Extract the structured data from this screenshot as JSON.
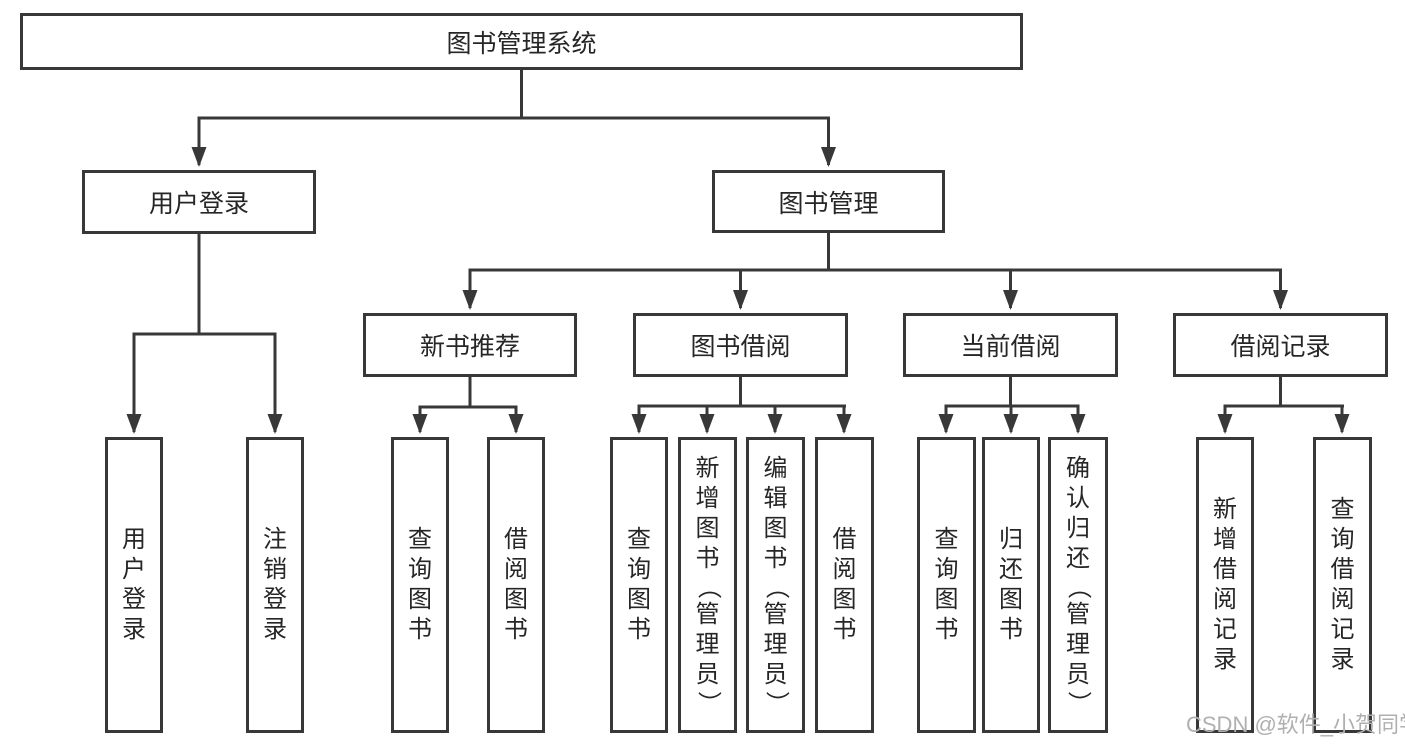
{
  "diagram_type": "hierarchy-tree",
  "tree": {
    "label": "图书管理系统",
    "children": [
      {
        "label": "用户登录",
        "children": [
          {
            "label": "用户登录"
          },
          {
            "label": "注销登录"
          }
        ]
      },
      {
        "label": "图书管理",
        "children": [
          {
            "label": "新书推荐",
            "children": [
              {
                "label": "查询图书"
              },
              {
                "label": "借阅图书"
              }
            ]
          },
          {
            "label": "图书借阅",
            "children": [
              {
                "label": "查询图书"
              },
              {
                "label": "新增图书（管理员）"
              },
              {
                "label": "编辑图书（管理员）"
              },
              {
                "label": "借阅图书"
              }
            ]
          },
          {
            "label": "当前借阅",
            "children": [
              {
                "label": "查询图书"
              },
              {
                "label": "归还图书"
              },
              {
                "label": "确认归还（管理员）"
              }
            ]
          },
          {
            "label": "借阅记录",
            "children": [
              {
                "label": "新增借阅记录"
              },
              {
                "label": "查询借阅记录"
              }
            ]
          }
        ]
      }
    ]
  },
  "watermark": {
    "text": "CSDN @软件_小贺同学"
  },
  "colors": {
    "line": "#383838",
    "border": "#383838",
    "text": "#262626",
    "background": "#ffffff",
    "watermark": "#b0b0b0"
  }
}
